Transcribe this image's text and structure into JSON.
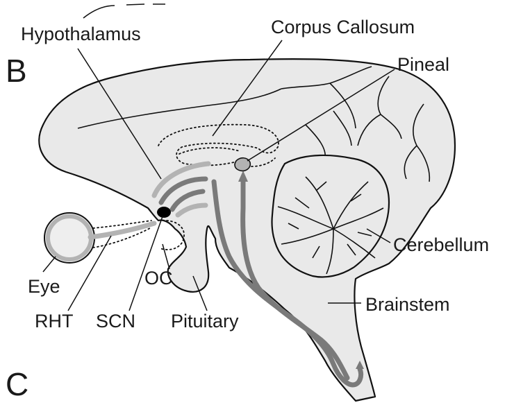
{
  "panel_labels": {
    "b": "B",
    "c": "C"
  },
  "labels": {
    "hypothalamus": "Hypothalamus",
    "corpus_callosum": "Corpus Callosum",
    "pineal": "Pineal",
    "cerebellum": "Cerebellum",
    "brainstem": "Brainstem",
    "eye": "Eye",
    "rht": "RHT",
    "scn": "SCN",
    "oc": "OC",
    "pituitary": "Pituitary"
  },
  "colors": {
    "tissue": "#e9e9e9",
    "outline": "#111111",
    "pathway_dark": "#7a7a7a",
    "pathway_light": "#b3b3b3",
    "scn_fill": "#000000"
  }
}
